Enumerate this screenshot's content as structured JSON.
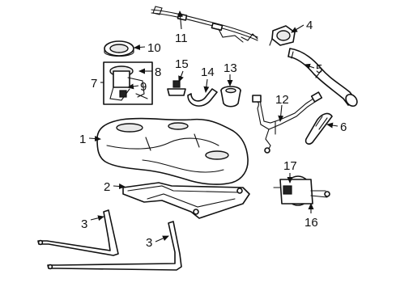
{
  "diagram": {
    "labels": {
      "l1": "1",
      "l2": "2",
      "l3a": "3",
      "l3b": "3",
      "l4": "4",
      "l5": "5",
      "l6": "6",
      "l7": "7",
      "l8": "8",
      "l9": "9",
      "l10": "10",
      "l11": "11",
      "l12": "12",
      "l13": "13",
      "l14": "14",
      "l15": "15",
      "l16": "16",
      "l17": "17"
    }
  }
}
